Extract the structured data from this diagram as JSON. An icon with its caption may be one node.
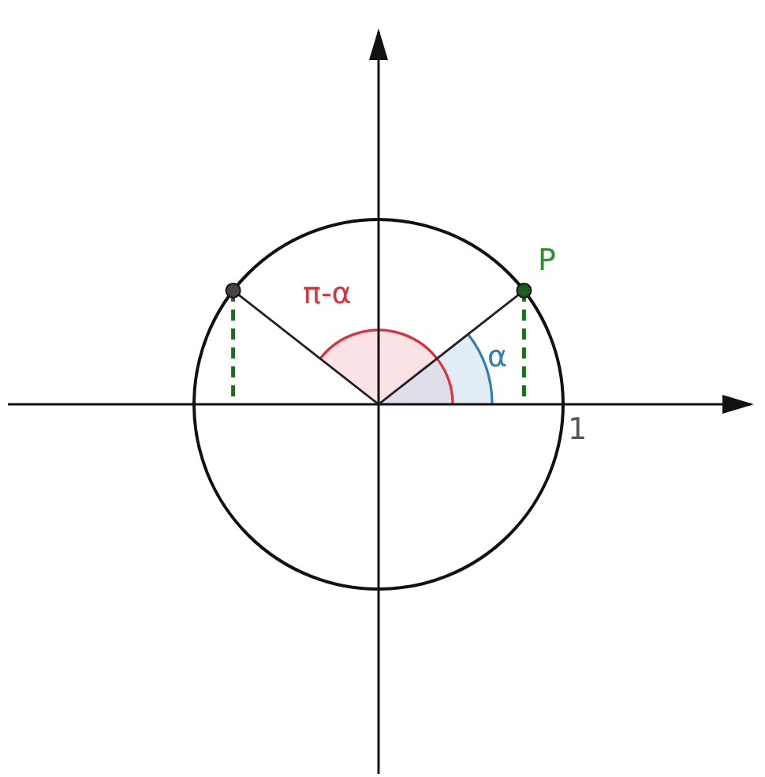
{
  "diagram": {
    "labels": [
      "π-α",
      "P",
      "α",
      "1"
    ]
  }
}
